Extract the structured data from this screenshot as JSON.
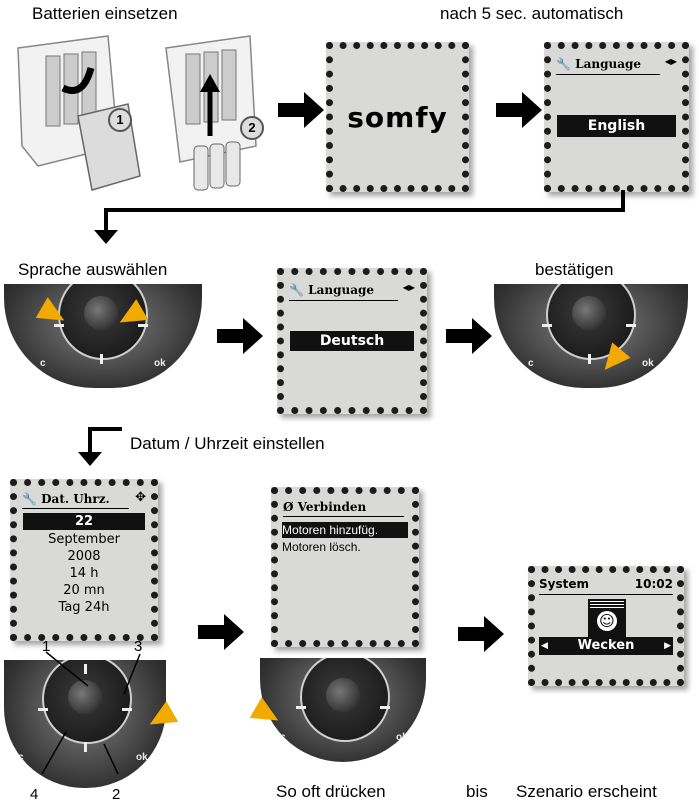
{
  "step1": {
    "caption_insert": "Batterien einsetzen",
    "caption_auto": "nach 5 sec. automatisch",
    "badge_1": "1",
    "badge_2": "2",
    "logo_text": "somfy",
    "language_screen": {
      "title": "Language",
      "selected": "English"
    }
  },
  "step2": {
    "caption_select": "Sprache auswählen",
    "caption_confirm": "bestätigen",
    "language_screen": {
      "title": "Language",
      "selected": "Deutsch"
    }
  },
  "step3": {
    "caption_datetime": "Datum / Uhrzeit einstellen",
    "date_screen": {
      "title": "Dat. Uhrz.",
      "selected": "22",
      "lines": [
        "September",
        "2008",
        "14 h",
        "20 mn",
        "Tag 24h"
      ]
    },
    "dial_labels": {
      "n1": "1",
      "n2": "2",
      "n3": "3",
      "n4": "4"
    },
    "connect_screen": {
      "title": "Verbinden",
      "selected": "Motoren hinzufüg.",
      "line2": "Motoren lösch."
    },
    "caption_press": "So oft drücken",
    "caption_until": "bis",
    "caption_scenario": "Szenario erscheint",
    "system_screen": {
      "title": "System",
      "time": "10:02",
      "scenario": "Wecken"
    }
  },
  "button_labels": {
    "c": "c",
    "ok": "ok"
  },
  "colors": {
    "lcd_bg": "#d9d9d7",
    "highlight": "#111111",
    "pointer": "#f2a900"
  }
}
